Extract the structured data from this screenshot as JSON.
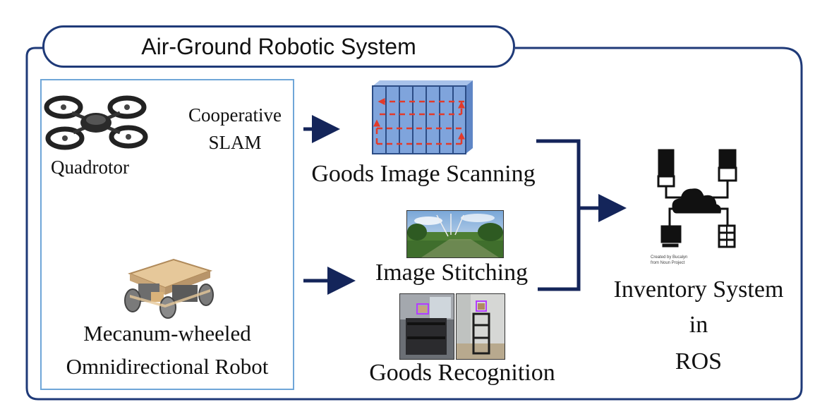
{
  "title": "Air-Ground Robotic System",
  "left_panel": {
    "quadrotor_label": "Quadrotor",
    "slam_label_line1": "Cooperative",
    "slam_label_line2": "SLAM",
    "robot_label_line1": "Mecanum-wheeled",
    "robot_label_line2": "Omnidirectional Robot"
  },
  "middle": {
    "scanning_label": "Goods Image Scanning",
    "stitching_label": "Image Stitching",
    "recognition_label": "Goods Recognition"
  },
  "right": {
    "icon_credit_line1": "Created by Bucalyn",
    "icon_credit_line2": "from Noun Project",
    "system_line1": "Inventory System",
    "system_line2": "in",
    "system_line3": "ROS"
  },
  "colors": {
    "frame": "#1f3a78",
    "left_box": "#6fa6d8",
    "arrow_dark": "#14255a",
    "arrow_red": "#b3201c",
    "shelf_blue": "#7fa4dc"
  }
}
